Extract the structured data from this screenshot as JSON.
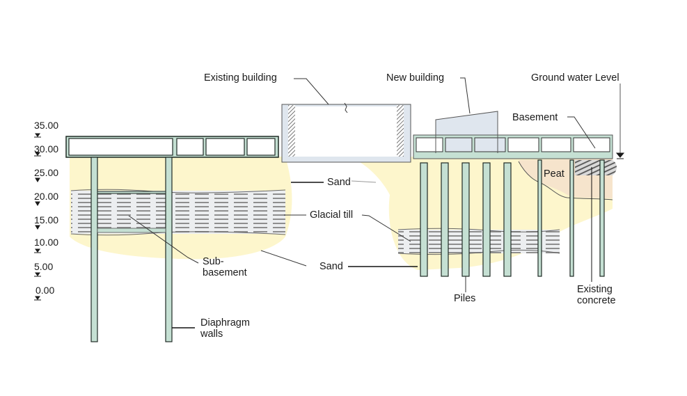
{
  "title": "Foundation cross-section diagram",
  "elevations": [
    "35.00",
    "30.00",
    "25.00",
    "20.00",
    "15.00",
    "10.00",
    "5.00",
    "0.00"
  ],
  "labels": {
    "existing_building": "Existing building",
    "new_building": "New building",
    "ground_water_level": "Ground water Level",
    "basement": "Basement",
    "sand_upper": "Sand",
    "peat": "Peat",
    "glacial_till": "Glacial till",
    "sub_basement_1": "Sub-",
    "sub_basement_2": "basement",
    "sand_lower": "Sand",
    "piles": "Piles",
    "existing_concrete_1": "Existing",
    "existing_concrete_2": "concrete",
    "diaphragm_walls_1": "Diaphragm",
    "diaphragm_walls_2": "walls"
  },
  "colors": {
    "sand": "#fdf6c8",
    "peat": "#f6e6cc",
    "structure": "#c5e0d3",
    "building": "#dfe6ee",
    "till": "#9a9a9a",
    "outline": "#1f2a24"
  }
}
